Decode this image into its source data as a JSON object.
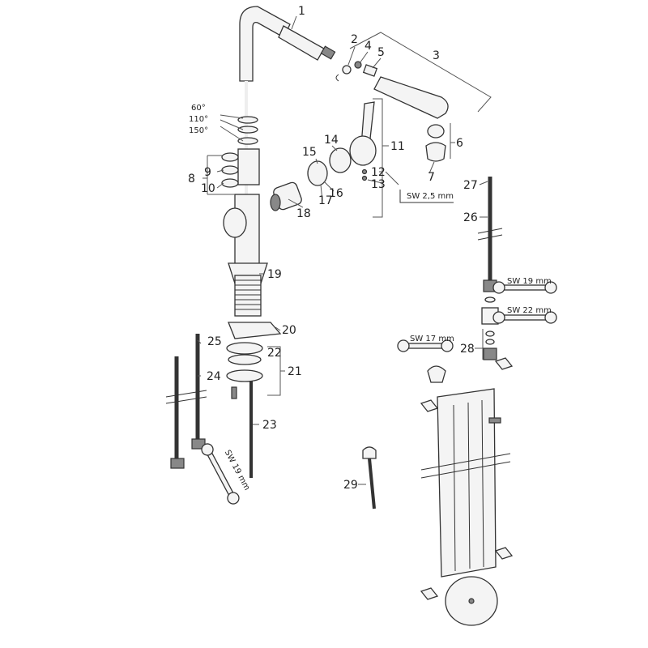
{
  "title": "Exploded parts diagram - kitchen mixer with pull-out spout",
  "parts": {
    "p1": "1",
    "p2": "2",
    "p3": "3",
    "p4": "4",
    "p5": "5",
    "p6": "6",
    "p7": "7",
    "p8": "8",
    "p9": "9",
    "p10": "10",
    "p11": "11",
    "p12": "12",
    "p13": "13",
    "p14": "14",
    "p15": "15",
    "p16": "16",
    "p17": "17",
    "p18": "18",
    "p19": "19",
    "p20": "20",
    "p21": "21",
    "p22": "22",
    "p23": "23",
    "p24": "24",
    "p25": "25",
    "p26": "26",
    "p27": "27",
    "p28": "28",
    "p29": "29"
  },
  "angles": {
    "a60": "60°",
    "a110": "110°",
    "a150": "150°"
  },
  "tools": {
    "hex_key": "SW 2,5 mm",
    "wrench_19_right": "SW 19 mm",
    "wrench_22": "SW 22 mm",
    "wrench_17": "SW 17 mm",
    "wrench_19_left": "SW 19 mm"
  }
}
